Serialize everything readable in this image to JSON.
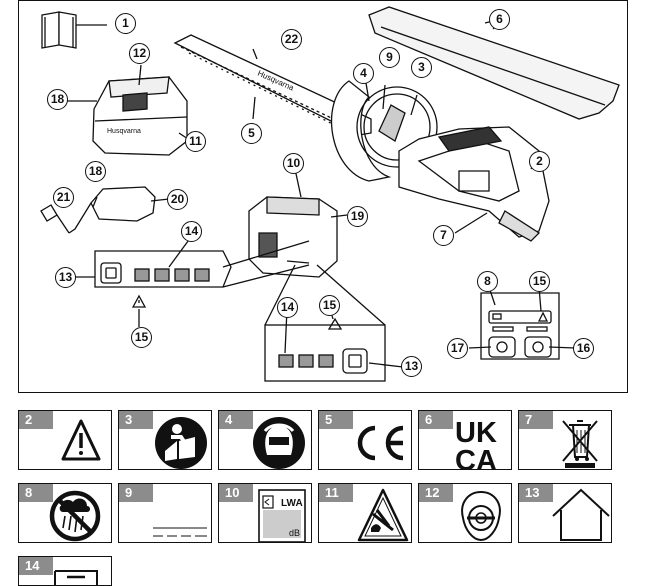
{
  "figure": {
    "callouts": [
      "1",
      "2",
      "3",
      "4",
      "5",
      "6",
      "7",
      "8",
      "9",
      "10",
      "11",
      "12",
      "13",
      "14",
      "15",
      "16",
      "17",
      "18",
      "19",
      "20",
      "21",
      "22"
    ],
    "brand_text": "Husqvarna",
    "callout_labels": {
      "c1": "1",
      "c2": "2",
      "c3": "3",
      "c4": "4",
      "c5": "5",
      "c6": "6",
      "c7": "7",
      "c8": "8",
      "c9": "9",
      "c10": "10",
      "c11": "11",
      "c12": "12",
      "c13a": "13",
      "c13b": "13",
      "c14a": "14",
      "c14b": "14",
      "c15a": "15",
      "c15b": "15",
      "c15c": "15",
      "c16": "16",
      "c17": "17",
      "c18a": "18",
      "c18b": "18",
      "c19": "19",
      "c20": "20",
      "c21": "21",
      "c22": "22"
    }
  },
  "symbols": [
    {
      "number": "2",
      "icon": "warning-triangle-icon"
    },
    {
      "number": "3",
      "icon": "read-manual-icon"
    },
    {
      "number": "4",
      "icon": "eye-ear-protection-icon"
    },
    {
      "number": "5",
      "icon": "ce-mark-icon",
      "text": "CE"
    },
    {
      "number": "6",
      "icon": "ukca-mark-icon",
      "text_top": "UK",
      "text_bottom": "CA"
    },
    {
      "number": "7",
      "icon": "crossed-bin-icon"
    },
    {
      "number": "8",
      "icon": "no-rain-icon"
    },
    {
      "number": "9",
      "icon": "blank-lines-icon"
    },
    {
      "number": "10",
      "icon": "noise-level-icon",
      "text_top": "LWA",
      "text_bottom": "dB"
    },
    {
      "number": "11",
      "icon": "cutting-hazard-icon"
    },
    {
      "number": "12",
      "icon": "ear-protection-icon"
    },
    {
      "number": "13",
      "icon": "house-indoor-icon"
    },
    {
      "number": "14",
      "icon": "partial-symbol-icon"
    }
  ]
}
